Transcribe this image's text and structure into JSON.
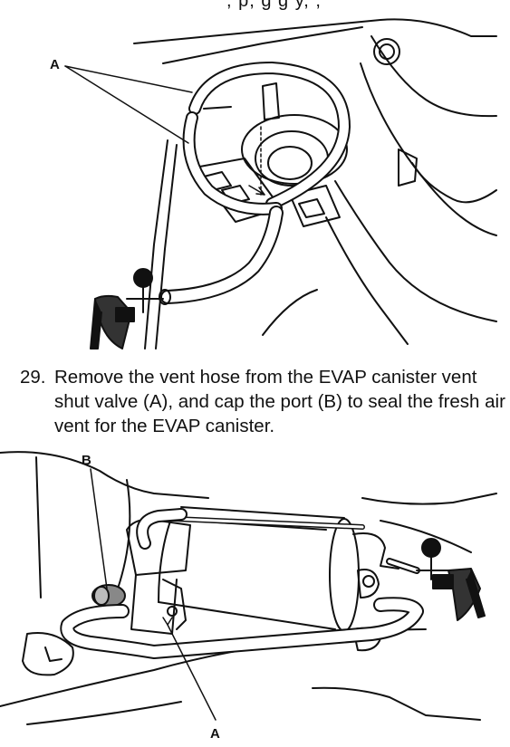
{
  "top_fragment": ", p, g g y, ,",
  "figure1": {
    "callouts": [
      "A"
    ]
  },
  "step": {
    "number": "29.",
    "text": "Remove the vent hose from the EVAP canister vent shut valve (A), and cap the port (B) to seal the fresh air vent for the EVAP canister."
  },
  "figure2": {
    "callouts": [
      "B",
      "A"
    ]
  }
}
